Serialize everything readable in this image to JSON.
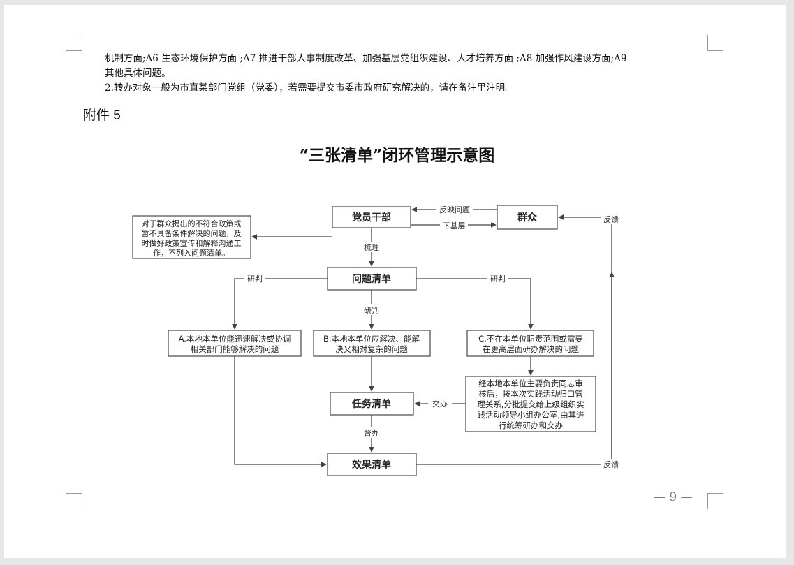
{
  "notes": {
    "line1": "机制方面;A6 生态环境保护方面 ;A7 推进干部人事制度改革、加强基层党组织建设、人才培养方面 ;A8 加强作风建设方面;A9",
    "line2": "其他具体问题。",
    "line3": "2.转办对象一般为市直某部门党组（党委），若需要提交市委市政府研究解决的，请在备注里注明。"
  },
  "attachment_label": "附件 5",
  "diagram": {
    "title": "“三张清单”闭环管理示意图",
    "nodes": {
      "cadres": "党员干部",
      "masses": "群众",
      "not_listed": [
        "对于群众提出的不符合政策或",
        "暂不具备条件解决的问题，及",
        "时做好政策宣传和解释沟通工",
        "作，不列入问题清单。"
      ],
      "problem_list": "问题清单",
      "option_a": [
        "A.本地本单位能迅速解决或协调",
        "相关部门能够解决的问题"
      ],
      "option_b": [
        "B.本地本单位应解决、能解",
        "决又相对复杂的问题"
      ],
      "option_c": [
        "C.不在本单位职责范围或需要",
        "在更高层面研办解决的问题"
      ],
      "review": [
        "经本地本单位主要负责同志审",
        "核后，按本次实践活动归口管",
        "理关系,分批提交给上级组织实",
        "践活动领导小组办公室,由其进",
        "行统筹研办和交办"
      ],
      "task_list": "任务清单",
      "result_list": "效果清单"
    },
    "edges": {
      "report": "反映问题",
      "grassroots": "下基层",
      "feedback_top": "反馈",
      "sort": "梳理",
      "judge_left": "研判",
      "judge_mid": "研判",
      "judge_right": "研判",
      "assign": "交办",
      "supervise": "督办",
      "feedback_bottom": "反馈"
    }
  },
  "page_number": "— 9 —"
}
